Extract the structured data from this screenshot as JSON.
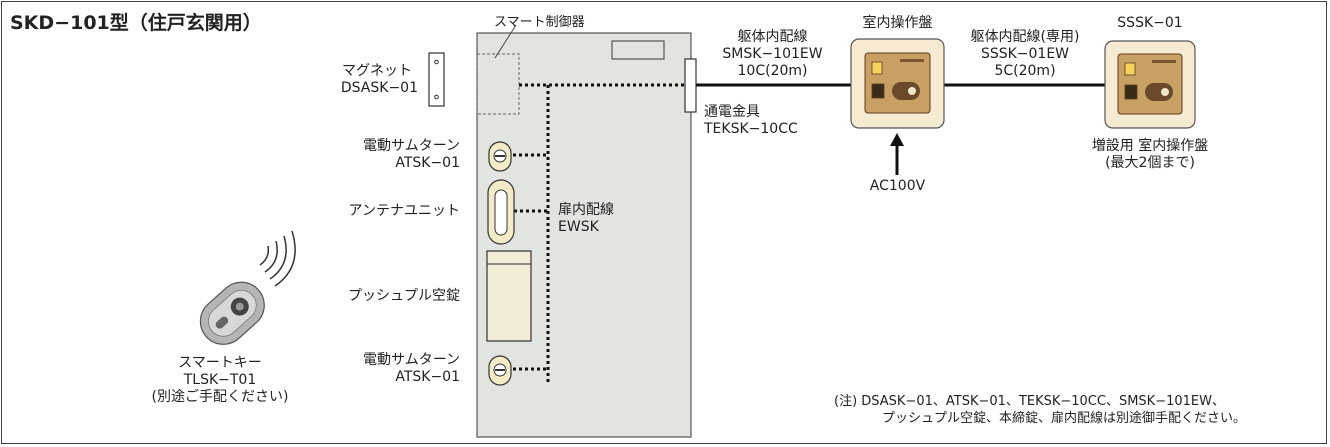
{
  "title": "SKD−101型（住戸玄関用）",
  "smart_controller": "スマート制御器",
  "magnet": {
    "name": "マグネット",
    "model": "DSASK−01"
  },
  "thumbturn_top": {
    "name": "電動サムターン",
    "model": "ATSK−01"
  },
  "antenna": {
    "name": "アンテナユニット"
  },
  "pushpull": {
    "name": "プッシュプル空錠"
  },
  "thumbturn_bottom": {
    "name": "電動サムターン",
    "model": "ATSK−01"
  },
  "door_wiring": {
    "name": "扉内配線",
    "model": "EWSK"
  },
  "smart_key": {
    "name": "スマートキー",
    "model": "TLSK−T01",
    "note": "(別途ご手配ください)"
  },
  "body_wiring_1": {
    "name": "躯体内配線",
    "model": "SMSK−101EW",
    "spec": "10C(20m)"
  },
  "conduction_hardware": {
    "name": "通電金具",
    "model": "TEKSK−10CC"
  },
  "indoor_panel": {
    "name": "室内操作盤",
    "power": "AC100V"
  },
  "body_wiring_2": {
    "name": "躯体内配線(専用)",
    "model": "SSSK−01EW",
    "spec": "5C(20m)"
  },
  "extra_panel": {
    "model": "SSSK−01",
    "name": "増設用 室内操作盤",
    "note": "(最大2個まで)"
  },
  "footnote": {
    "line1": "(注) DSASK−01、ATSK−01、TEKSK−10CC、SMSK−101EW、",
    "line2": "プッシュプル空錠、本締錠、扉内配線は別途御手配ください。"
  },
  "colors": {
    "door": "#e2e4df",
    "panel": "#f6ead2",
    "panel_inner": "#c9a064",
    "lock_face": "#6a4a2a",
    "line": "#111111"
  }
}
